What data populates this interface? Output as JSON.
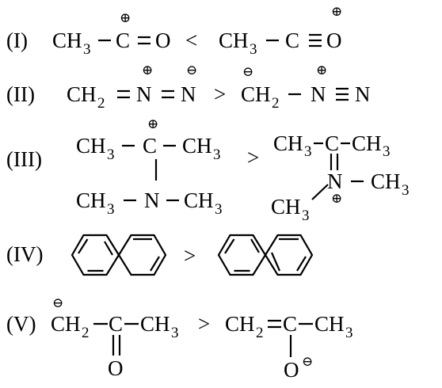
{
  "labels": {
    "I": "(I)",
    "II": "(II)",
    "III": "(III)",
    "IV": "(IV)",
    "V": "(V)"
  },
  "atoms": {
    "ch3": "CH",
    "ch2": "CH",
    "sub3": "3",
    "sub2": "2",
    "c": "C",
    "o": "O",
    "n": "N"
  },
  "symbols": {
    "less": "<",
    "greater": ">",
    "plus": "⊕",
    "minus": "⊖"
  }
}
